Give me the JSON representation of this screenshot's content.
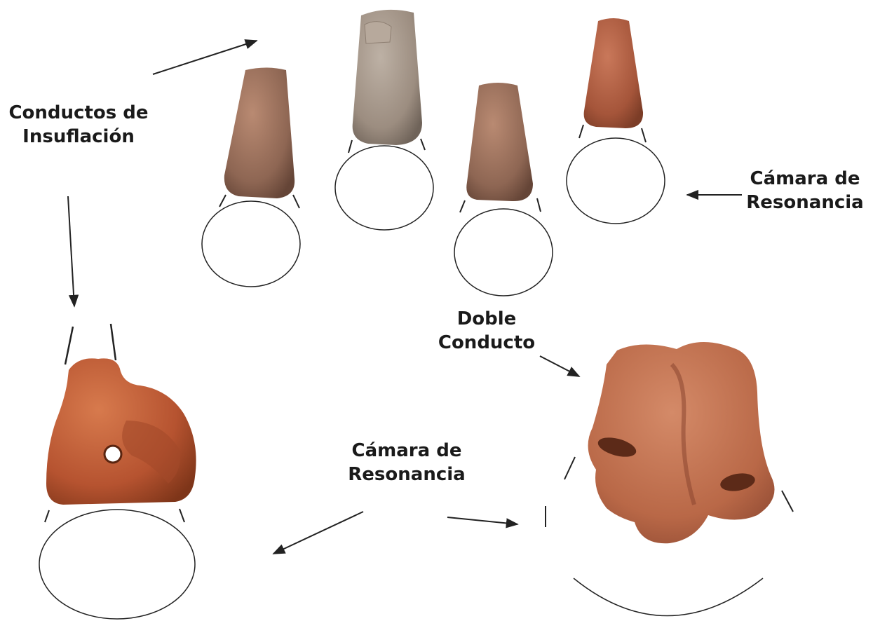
{
  "labels": {
    "conductos_insuflacion": [
      "Conductos de",
      "Insuflación"
    ],
    "camara_resonancia_top": [
      "Cámara de",
      "Resonancia"
    ],
    "doble_conducto": [
      "Doble",
      "Conducto"
    ],
    "camara_resonancia_bottom": [
      "Cámara de",
      "Resonancia"
    ]
  },
  "colors": {
    "terracotta": "#b5603e",
    "terracotta_dark": "#8a4529",
    "grey_clay": "#a89a8c",
    "outline": "#222222"
  }
}
